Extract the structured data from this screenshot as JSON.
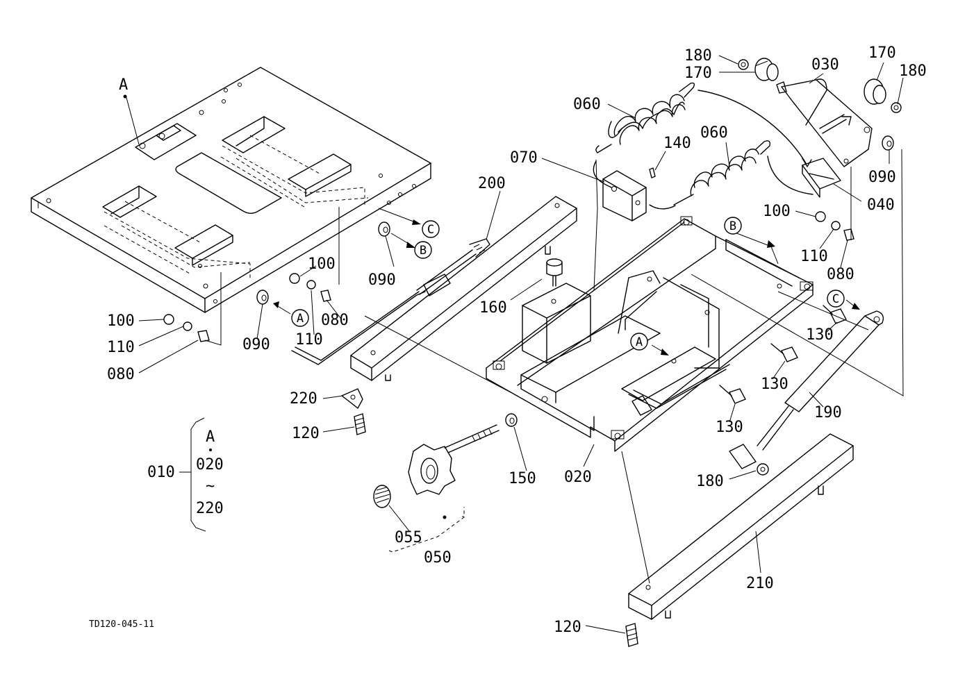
{
  "drawing_code": "TD120-045-11",
  "assembly": {
    "number": "010",
    "range_top": "A",
    "range_from": "020",
    "range_sep": "~",
    "range_to": "220"
  },
  "part_labels": {
    "p180a": "180",
    "p170a": "170",
    "p030": "030",
    "p170b": "170",
    "p180b": "180",
    "p060a": "060",
    "p140": "140",
    "p060b": "060",
    "p070": "070",
    "p200": "200",
    "p040": "040",
    "p090a": "090",
    "p100a": "100",
    "p110a": "110",
    "p080a": "080",
    "pA": "A",
    "p090b": "090",
    "p100b": "100",
    "p110b": "110",
    "p080b": "080",
    "p160": "160",
    "p130a": "130",
    "p130b": "130",
    "p130c": "130",
    "p100c": "100",
    "p110c": "110",
    "p080c": "080",
    "p090c": "090",
    "p220": "220",
    "p120a": "120",
    "p150": "150",
    "p020": "020",
    "p190": "190",
    "p180c": "180",
    "p055": "055",
    "p050": "050",
    "p210": "210",
    "p120b": "120"
  },
  "reference_marks": {
    "c1": "C",
    "b1": "B",
    "a1": "A",
    "b2": "B",
    "c2": "C",
    "a2": "A"
  }
}
